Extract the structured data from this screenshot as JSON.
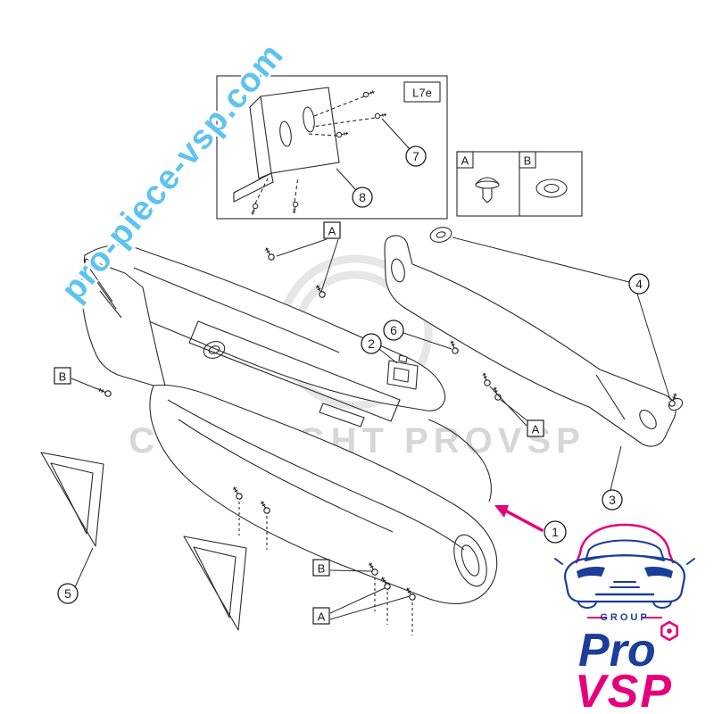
{
  "watermarks": {
    "diagonal_text": "pro-piece-vsp.com",
    "copyright_text": "COPYRIGHT PROVSP"
  },
  "inset": {
    "variant_label": "L7e"
  },
  "legend": {
    "slot_a": "A",
    "slot_b": "B"
  },
  "callouts": {
    "n1": "1",
    "n2": "2",
    "n3": "3",
    "n4": "4",
    "n5": "5",
    "n6": "6",
    "n7": "7",
    "n8": "8",
    "a": "A",
    "b": "B"
  },
  "logo": {
    "group_label": "GROUP",
    "brand_primary": "Pro",
    "brand_secondary": "VSP"
  },
  "colors": {
    "watermark_blue": "#5ec3ef",
    "watermark_gray": "#d7d7d7",
    "accent_pink": "#e5007d",
    "logo_blue": "#1c3d99",
    "line_color": "#1c1c1c"
  }
}
